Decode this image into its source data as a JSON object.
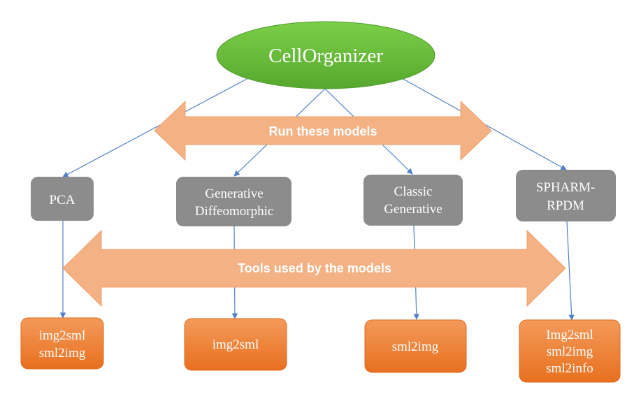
{
  "root": {
    "label": "CellOrganizer"
  },
  "banners": {
    "run": "Run these models",
    "tools": "Tools used by the models"
  },
  "models": [
    {
      "lines": [
        "PCA"
      ]
    },
    {
      "lines": [
        "Generative",
        "Diffeomorphic"
      ]
    },
    {
      "lines": [
        "Classic",
        "Generative"
      ]
    },
    {
      "lines": [
        "SPHARM-",
        "RPDM"
      ]
    }
  ],
  "tools": [
    {
      "lines": [
        "img2sml",
        "sml2img"
      ]
    },
    {
      "lines": [
        "img2sml"
      ]
    },
    {
      "lines": [
        "sml2img"
      ]
    },
    {
      "lines": [
        "Img2sml",
        "sml2img",
        "sml2info"
      ]
    }
  ],
  "colors": {
    "root_fill": "#6abf3c",
    "model_fill": "#8c8c8c",
    "tool_fill": "#ed7d31",
    "banner_fill": "#f4b183",
    "connector": "#4f81c8"
  }
}
